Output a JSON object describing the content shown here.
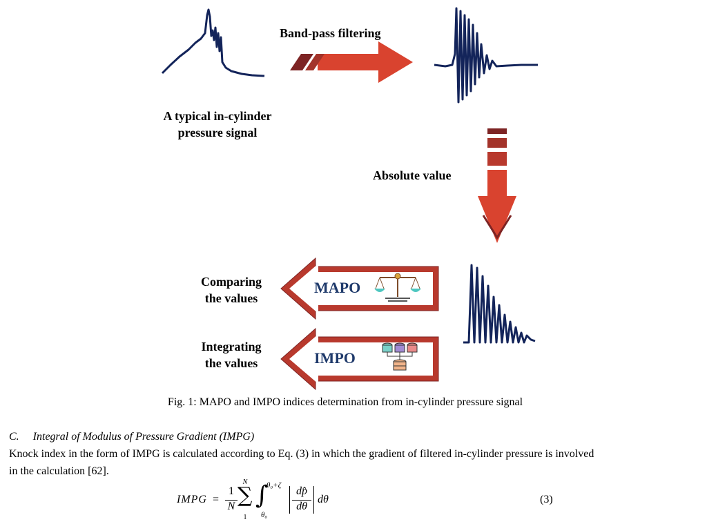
{
  "figure": {
    "label_band_pass": "Band-pass filtering",
    "label_signal": "A typical in-cylinder",
    "label_signal_2": "pressure signal",
    "label_absolute": "Absolute value",
    "label_comparing_1": "Comparing",
    "label_comparing_2": "the values",
    "label_integrating_1": "Integrating",
    "label_integrating_2": "the values",
    "mapo_text": "MAPO",
    "impo_text": "IMPO",
    "caption": "Fig. 1: MAPO and IMPO indices determination from in-cylinder pressure signal",
    "colors": {
      "signal": "#13245a",
      "arrow_red": "#d9432f",
      "arrow_dark": "#7d2424",
      "text_blue": "#1f3a6b"
    },
    "icons": [
      "balance-scale-icon",
      "database-icon"
    ]
  },
  "section": {
    "heading_num": "C.",
    "heading_title": "Integral of Modulus of Pressure Gradient (IMPG)",
    "paragraph_line_1": "Knock index in the form of IMPG is calculated according to Eq. (3) in which the gradient of filtered in-cylinder pressure is involved",
    "paragraph_line_2": "in the calculation [62]."
  },
  "equation": {
    "lhs": "IMPG",
    "eq": "=",
    "one": "1",
    "N": "N",
    "sum_top": "N",
    "sum_bottom": "1",
    "int_upper": "θ₀+ζ",
    "int_lower": "θ₀",
    "dp_hat": "dp̂",
    "dtheta": "dθ",
    "dtheta_tail": "dθ",
    "number": "(3)"
  }
}
